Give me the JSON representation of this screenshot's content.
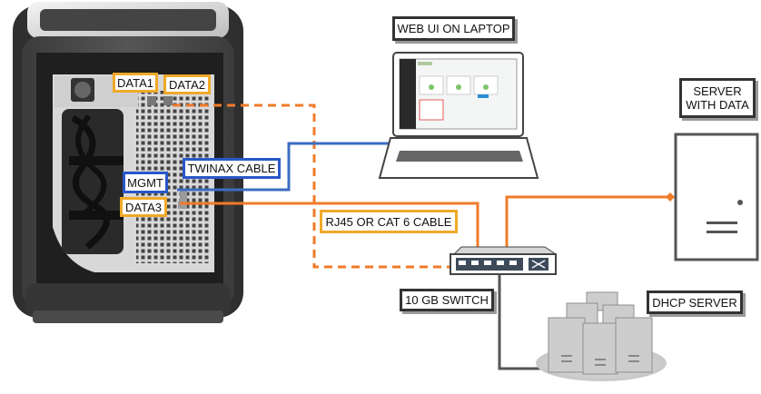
{
  "labels": {
    "web_ui": "WEB UI ON LAPTOP",
    "server_with_data": "SERVER\nWITH DATA",
    "data1": "DATA1",
    "data2": "DATA2",
    "twinax": "TWINAX CABLE",
    "mgmt": "MGMT",
    "data3": "DATA3",
    "rj45": "RJ45 OR CAT 6 CABLE",
    "switch": "10 GB SWITCH",
    "dhcp": "DHCP SERVER"
  },
  "colors": {
    "dashed_cable": "#f07b2a",
    "data_cable": "#f07b2a",
    "mgmt_cable": "#3a6cc4",
    "switch_cable": "#555555",
    "label_orange": "#f0a928",
    "label_blue": "#2a57c9",
    "label_black": "#333333"
  },
  "icons": [
    "appliance-chassis",
    "laptop-icon",
    "server-tower-icon",
    "network-switch-icon",
    "dhcp-server-cluster-icon"
  ]
}
